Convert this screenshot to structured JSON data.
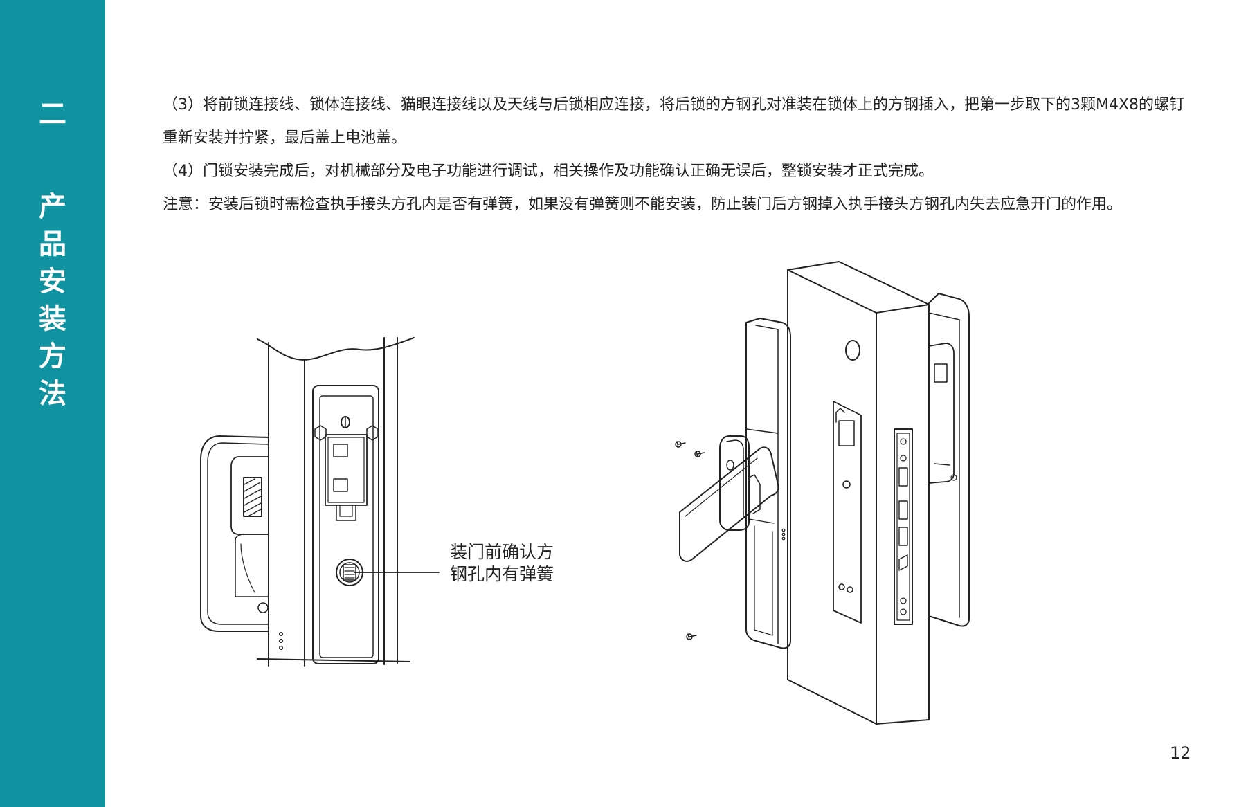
{
  "sidebar": {
    "chars": [
      "二",
      "产",
      "品",
      "安",
      "装",
      "方",
      "法"
    ],
    "color": "#0f93a0"
  },
  "paragraphs": [
    "（3）将前锁连接线、锁体连接线、猫眼连接线以及天线与后锁相应连接，将后锁的方钢孔对准装在锁体上的方钢插入，把第一步取下的3颗M4X8的螺钉重新安装并拧紧，最后盖上电池盖。",
    "（4）门锁安装完成后，对机械部分及电子功能进行调试，相关操作及功能确认正确无误后，整锁安装才正式完成。",
    "注意：安装后锁时需检查执手接头方孔内是否有弹簧，如果没有弹簧则不能安装，防止装门后方钢掉入执手接头方钢孔内失去应急开门的作用。"
  ],
  "callout": {
    "line1": "装门前确认方",
    "line2": "钢孔内有弹簧"
  },
  "page_number": "12"
}
